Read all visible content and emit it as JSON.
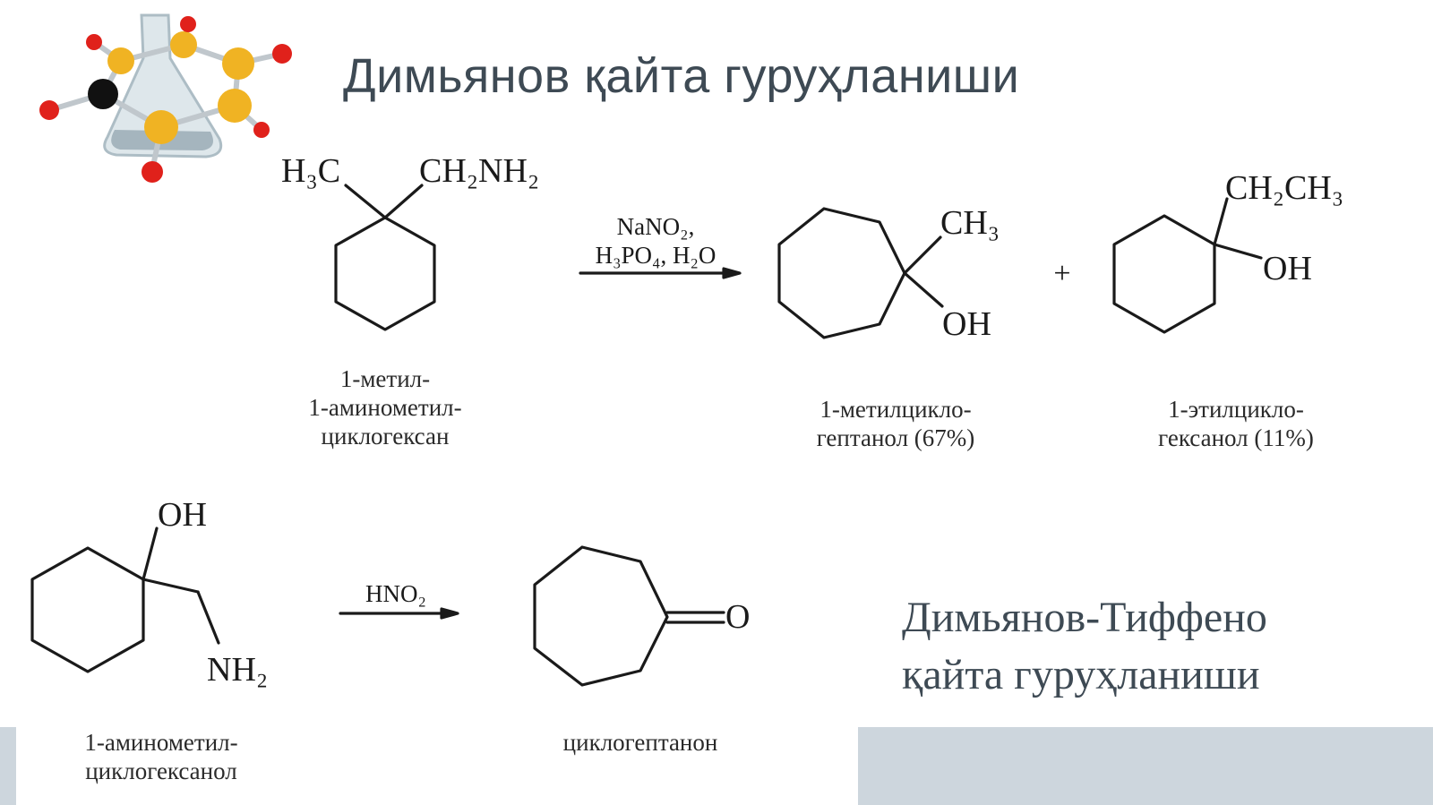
{
  "slide": {
    "title": "Димьянов қайта гуруҳланиши",
    "subtitle_lines": [
      "Димьянов-Тиффено",
      "қайта гуруҳланиши"
    ],
    "colors": {
      "title": "#3e4a54",
      "band": "#cdd6dd",
      "bond": "#1a1a1a"
    }
  },
  "logo": {
    "icon": "molecule-flask-icon"
  },
  "reaction1": {
    "reagent_line1": "NaNO₂,",
    "reagent_line2": "H₃PO₄, H₂O",
    "plus": "+",
    "reactant": {
      "groups": [
        "H₃C",
        "CH₂NH₂"
      ],
      "name_lines": [
        "1-метил-",
        "1-аминометил-",
        "циклогексан"
      ]
    },
    "product1": {
      "groups": [
        "CH₃",
        "OH"
      ],
      "name_lines": [
        "1-метилцикло-",
        "гептанол (67%)"
      ]
    },
    "product2": {
      "groups": [
        "CH₂CH₃",
        "OH"
      ],
      "name_lines": [
        "1-этилцикло-",
        "гексанол (11%)"
      ]
    }
  },
  "reaction2": {
    "reagent": "HNO₂",
    "reactant": {
      "groups": [
        "OH",
        "NH₂"
      ],
      "name_lines": [
        "1-аминометил-",
        "циклогексанол"
      ]
    },
    "product": {
      "groups": [
        "O"
      ],
      "name_lines": [
        "циклогептанон"
      ]
    }
  }
}
